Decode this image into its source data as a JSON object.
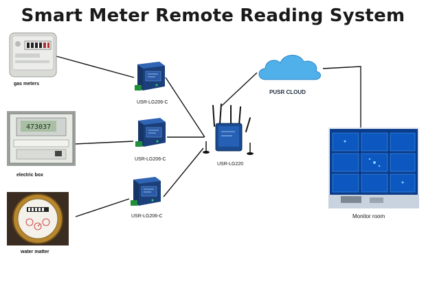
{
  "title": "Smart Meter Remote Reading System",
  "meters": [
    {
      "label": "gas meters",
      "reading": ""
    },
    {
      "label": "electric box",
      "reading": "473037"
    },
    {
      "label": "water matter"
    }
  ],
  "gateways": [
    {
      "label": "USR-LG206-C"
    },
    {
      "label": "USR-LG206-C"
    },
    {
      "label": "USR-LG206-C"
    }
  ],
  "router": {
    "label": "USR-LG220"
  },
  "cloud": {
    "label": "PUSR CLOUD"
  },
  "monitor": {
    "label": "Monitor room"
  },
  "colors": {
    "link": "#111111",
    "device_blue": "#1f4e96",
    "cloud_blue": "#4fb0ea",
    "screen_blue": "#0a3c8c"
  }
}
